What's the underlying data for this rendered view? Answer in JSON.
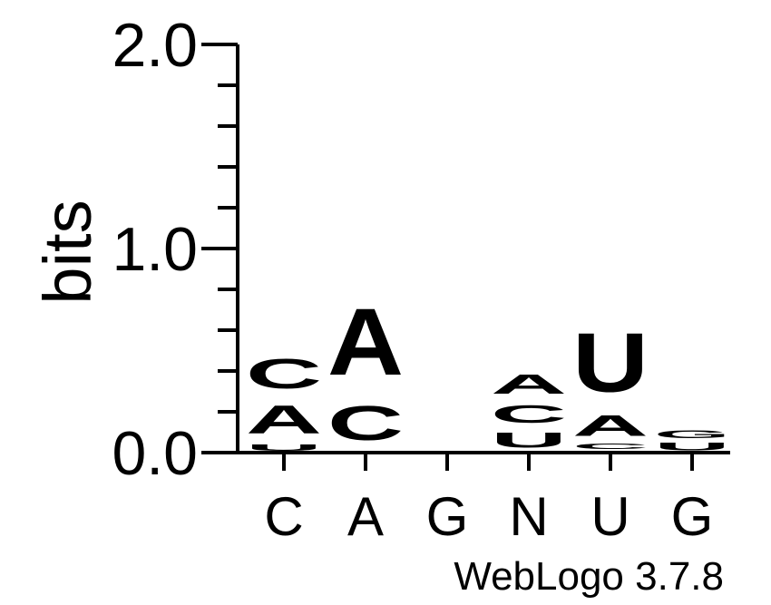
{
  "chart_data": {
    "type": "sequence-logo",
    "ylabel": "bits",
    "ylim": [
      0,
      2.0
    ],
    "yticks": [
      {
        "value": 0.0,
        "label": "0.0"
      },
      {
        "value": 1.0,
        "label": "1.0"
      },
      {
        "value": 2.0,
        "label": "2.0"
      }
    ],
    "minor_tick_step": 0.2,
    "credit": "WebLogo 3.7.8",
    "colors": {
      "A": "#ff8c00",
      "U": "#ff8c00",
      "C": "#0000ee",
      "G": "#0000ee"
    },
    "positions": [
      {
        "label": "C",
        "stack": [
          {
            "letter": "U",
            "height": 0.05
          },
          {
            "letter": "A",
            "height": 0.22
          },
          {
            "letter": "C",
            "height": 0.23
          }
        ]
      },
      {
        "label": "A",
        "stack": [
          {
            "letter": "U",
            "height": 0.01
          },
          {
            "letter": "C",
            "height": 0.27
          },
          {
            "letter": "A",
            "height": 0.52
          }
        ]
      },
      {
        "label": "G",
        "stack": []
      },
      {
        "label": "N",
        "stack": [
          {
            "letter": "U",
            "height": 0.12
          },
          {
            "letter": "C",
            "height": 0.14
          },
          {
            "letter": "A",
            "height": 0.15
          }
        ]
      },
      {
        "label": "U",
        "stack": [
          {
            "letter": "G",
            "height": 0.01
          },
          {
            "letter": "C",
            "height": 0.04
          },
          {
            "letter": "A",
            "height": 0.16
          },
          {
            "letter": "U",
            "height": 0.46
          }
        ]
      },
      {
        "label": "G",
        "stack": [
          {
            "letter": "U",
            "height": 0.06
          },
          {
            "letter": "G",
            "height": 0.06
          }
        ]
      }
    ]
  }
}
